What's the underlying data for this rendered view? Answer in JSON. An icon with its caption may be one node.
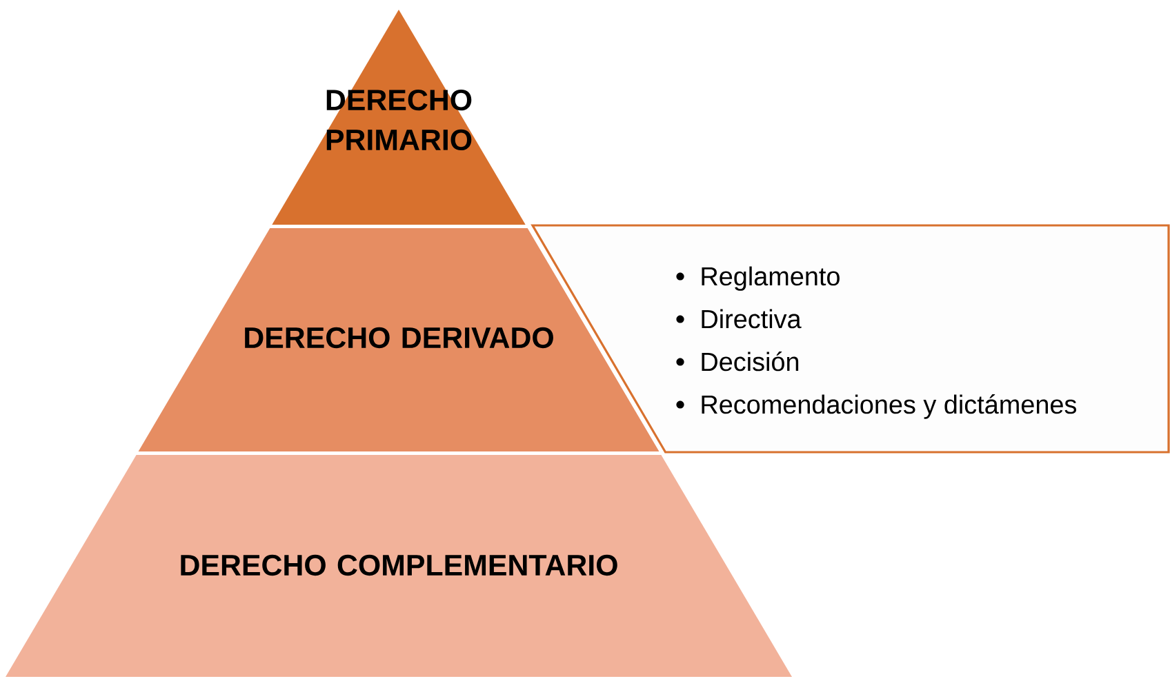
{
  "diagram": {
    "nodes": [
      {
        "text": [
          "DERECHO PRIMARIO"
        ]
      },
      {
        "text": [
          "DERECHO DERIVADO"
        ]
      },
      {
        "text": [
          "DERECHO COMPLEMENTARIO"
        ]
      },
      {
        "text": [
          "Reglamento",
          "Directiva",
          "Decisión",
          "Recomendaciones y dictámenes"
        ]
      }
    ]
  }
}
